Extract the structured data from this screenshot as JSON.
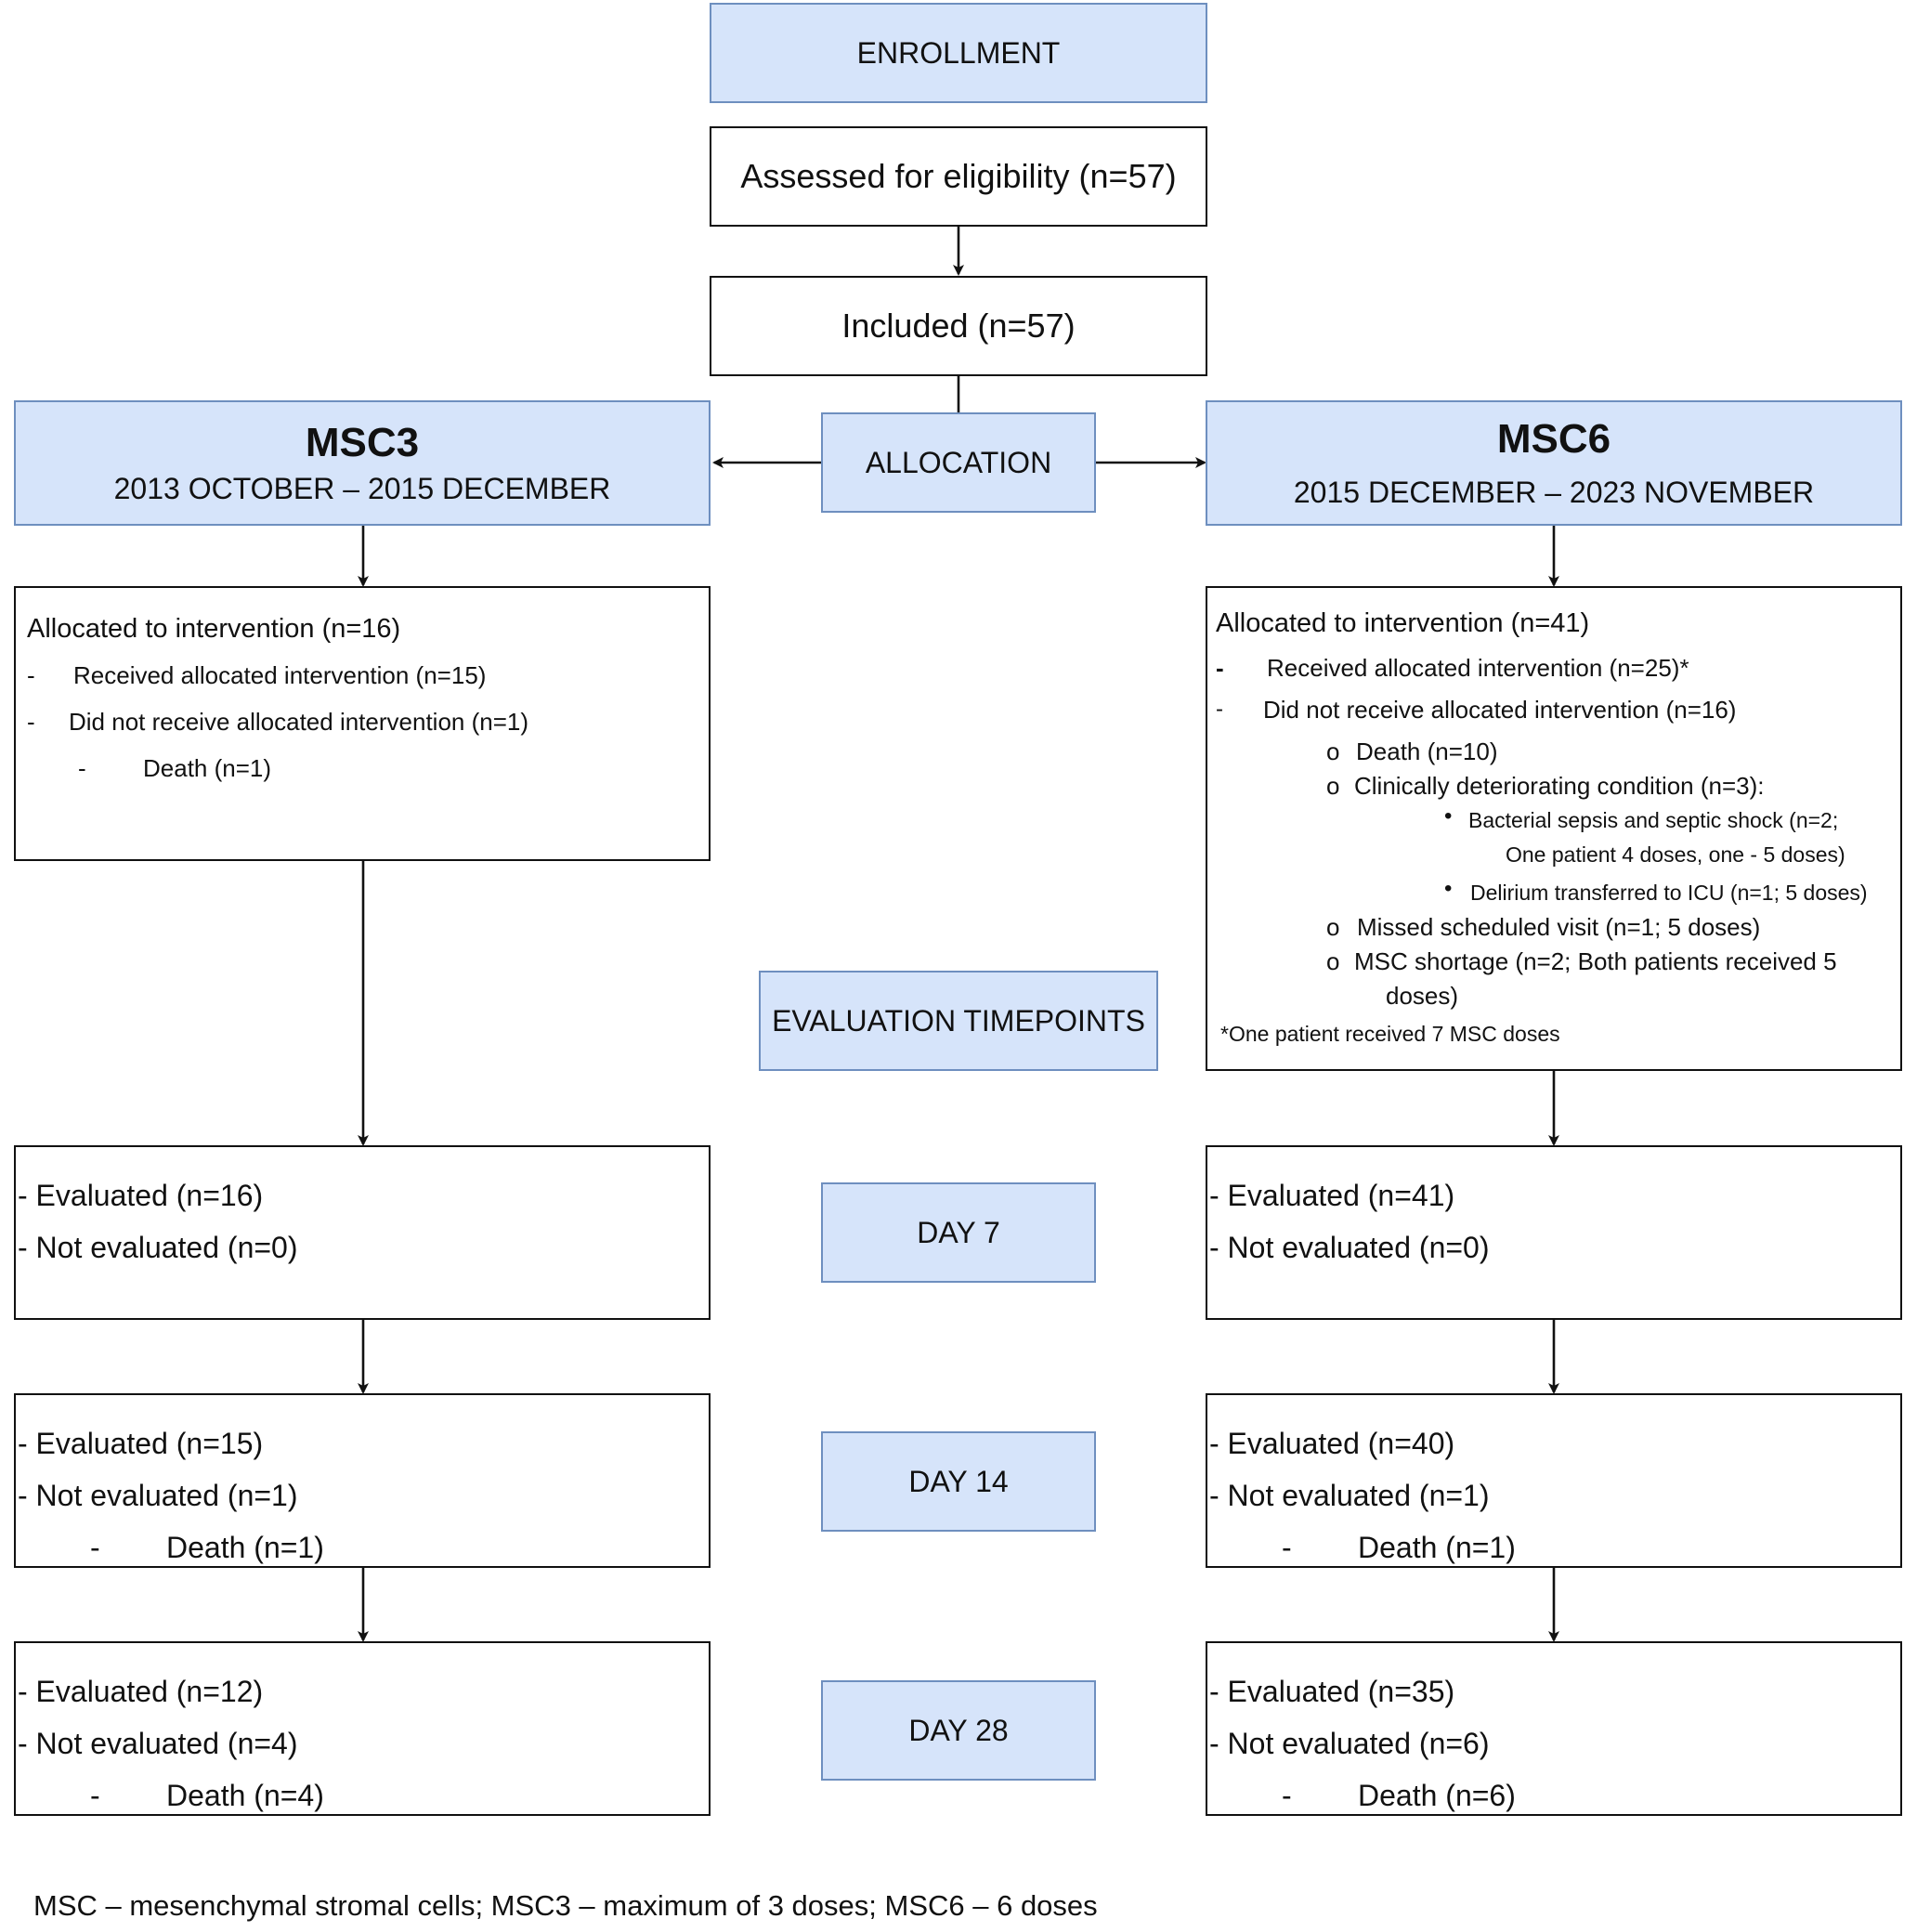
{
  "enrollment": "ENROLLMENT",
  "assessed": "Assessed for eligibility (n=57)",
  "included": "Included (n=57)",
  "allocation": "ALLOCATION",
  "msc3": {
    "title": "MSC3",
    "period": "2013 OCTOBER – 2015 DECEMBER"
  },
  "msc6": {
    "title": "MSC6",
    "period": "2015 DECEMBER – 2023 NOVEMBER"
  },
  "left_alloc": {
    "title": "Allocated to intervention (n=16)",
    "dash": "-",
    "received": "Received allocated intervention (n=15)",
    "not_received": "Did not receive allocated intervention (n=1)",
    "death": "Death (n=1)"
  },
  "right_alloc": {
    "title": "Allocated to intervention (n=41)",
    "dash": "-",
    "received": "Received allocated intervention (n=25)*",
    "not_received": "Did not receive allocated intervention (n=16)",
    "bullet_o": "o",
    "bullet_dot": "•",
    "death": "Death (n=10)",
    "clinical": "Clinically deteriorating condition (n=3):",
    "sepsis_1": "Bacterial sepsis and septic shock (n=2;",
    "sepsis_2": "One patient 4 doses, one - 5 doses)",
    "delirium": "Delirium transferred to ICU (n=1; 5 doses)",
    "missed": "Missed scheduled visit (n=1; 5 doses)",
    "shortage_1": "MSC shortage (n=2; Both patients received 5",
    "shortage_2": "doses)",
    "footnote": "*One patient received 7 MSC doses"
  },
  "evaluation_timepoints": "EVALUATION TIMEPOINTS",
  "days": [
    "DAY 7",
    "DAY 14",
    "DAY 28"
  ],
  "left_days": [
    {
      "evaluated": "- Evaluated (n=16)",
      "not_evaluated": "- Not evaluated (n=0)",
      "death": ""
    },
    {
      "evaluated": "- Evaluated (n=15)",
      "not_evaluated": "- Not evaluated (n=1)",
      "death": "Death (n=1)"
    },
    {
      "evaluated": "- Evaluated (n=12)",
      "not_evaluated": "- Not evaluated (n=4)",
      "death": "Death (n=4)"
    }
  ],
  "right_days": [
    {
      "evaluated": "- Evaluated (n=41)",
      "not_evaluated": "- Not evaluated (n=0)",
      "death": ""
    },
    {
      "evaluated": "- Evaluated (n=40)",
      "not_evaluated": "- Not evaluated (n=1)",
      "death": "Death (n=1)"
    },
    {
      "evaluated": "- Evaluated (n=35)",
      "not_evaluated": "- Not evaluated (n=6)",
      "death": "Death (n=6)"
    }
  ],
  "death_dash": "-",
  "footer": "MSC – mesenchymal stromal cells; MSC3 – maximum of 3 doses; MSC6 – 6 doses"
}
